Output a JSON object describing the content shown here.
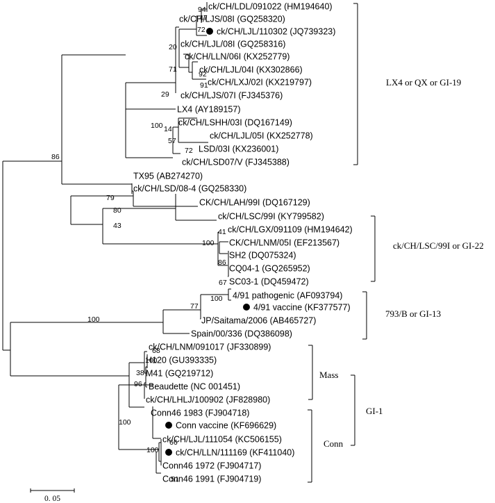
{
  "tree": {
    "leaves": [
      {
        "label": "ck/CH/LDL/091022 (HM194640)",
        "dot": false
      },
      {
        "label": "ck/CH/LJS/08I (GQ258320)",
        "dot": false
      },
      {
        "label": "ck/CH/LJL/110302 (JQ739323)",
        "dot": true
      },
      {
        "label": "ck/CH/LJL/08I (GQ258316)",
        "dot": false
      },
      {
        "label": "ck/CH/LLN/06I (KX252779)",
        "dot": false
      },
      {
        "label": "ck/CH/LJL/04I (KX302866)",
        "dot": false
      },
      {
        "label": "ck/CH/LXJ/02I (KX219797)",
        "dot": false
      },
      {
        "label": "ck/CH/LJS/07I (FJ345376)",
        "dot": false
      },
      {
        "label": "LX4 (AY189157)",
        "dot": false
      },
      {
        "label": "ck/CH/LSHH/03I (DQ167149)",
        "dot": false
      },
      {
        "label": "ck/CH/LJL/05I (KX252778)",
        "dot": false
      },
      {
        "label": "LSD/03I (KX236001)",
        "dot": false
      },
      {
        "label": "ck/CH/LSD07/V (FJ345388)",
        "dot": false
      },
      {
        "label": "TX95 (AB274270)",
        "dot": false
      },
      {
        "label": "ck/CH/LSD/08-4 (GQ258330)",
        "dot": false
      },
      {
        "label": "CK/CH/LAH/99I (DQ167129)",
        "dot": false
      },
      {
        "label": "ck/CH/LSC/99I (KY799582)",
        "dot": false
      },
      {
        "label": "ck/CH/LGX/091109 (HM194642)",
        "dot": false
      },
      {
        "label": "CK/CH/LNM/05I (EF213567)",
        "dot": false
      },
      {
        "label": "SH2 (DQ075324)",
        "dot": false
      },
      {
        "label": "CQ04-1 (GQ265952)",
        "dot": false
      },
      {
        "label": "SC03-1 (DQ459472)",
        "dot": false
      },
      {
        "label": "4/91 pathogenic (AF093794)",
        "dot": false
      },
      {
        "label": "4/91 vaccine (KF377577)",
        "dot": true
      },
      {
        "label": "JP/Saitama/2006 (AB465727)",
        "dot": false
      },
      {
        "label": "Spain/00/336 (DQ386098)",
        "dot": false
      },
      {
        "label": "ck/CH/LNM/091017 (JF330899)",
        "dot": false
      },
      {
        "label": "H120 (GU393335)",
        "dot": false
      },
      {
        "label": "M41 (GQ219712)",
        "dot": false
      },
      {
        "label": "Beaudette (NC 001451)",
        "dot": false
      },
      {
        "label": "ck/CH/LHLJ/100902 (JF828980)",
        "dot": false
      },
      {
        "label": "Conn46 1983 (FJ904718)",
        "dot": false
      },
      {
        "label": "Conn vaccine (KF696629)",
        "dot": true
      },
      {
        "label": "ck/CH/LJL/111054 (KC506155)",
        "dot": false
      },
      {
        "label": "ck/CH/LLN/111169 (KF411040)",
        "dot": true
      },
      {
        "label": "Conn46 1972 (FJ904717)",
        "dot": false
      },
      {
        "label": "Conn46 1991 (FJ904719)",
        "dot": false
      }
    ],
    "bootstrap": [
      "94",
      "47",
      "72",
      "20",
      "92",
      "91",
      "71",
      "29",
      "100",
      "14",
      "57",
      "72",
      "86",
      "79",
      "80",
      "43",
      "41",
      "100",
      "86",
      "67",
      "100",
      "77",
      "100",
      "68",
      "100",
      "38",
      "96",
      "100",
      "66",
      "100",
      "51"
    ],
    "groups": [
      "LX4 or QX or GI-19",
      "ck/CH/LSC/99I or GI-22",
      "793/B or GI-13",
      "Mass",
      "Conn",
      "GI-1"
    ],
    "scale_bar_label": "0. 05"
  }
}
